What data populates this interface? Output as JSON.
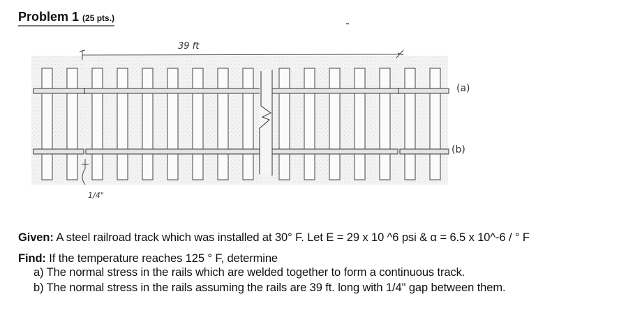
{
  "header": {
    "title": "Problem 1",
    "points": "(25 pts.)"
  },
  "figure": {
    "dimension_label": "39 ft",
    "label_a": "(a)",
    "label_b": "(b)",
    "gap_label": "1/4\""
  },
  "given": {
    "label": "Given:",
    "text": " A steel railroad track which was installed at 30° F.  Let E = 29 x 10 ^6 psi & α = 6.5 x 10^-6 / ° F"
  },
  "find": {
    "label": "Find:",
    "text": " If the temperature reaches 125 ° F,  determine",
    "items": [
      "a) The normal stress in the rails which are welded together to form a continuous track.",
      "b) The normal stress in the rails assuming the rails are 39 ft. long with 1/4\" gap between them."
    ]
  }
}
